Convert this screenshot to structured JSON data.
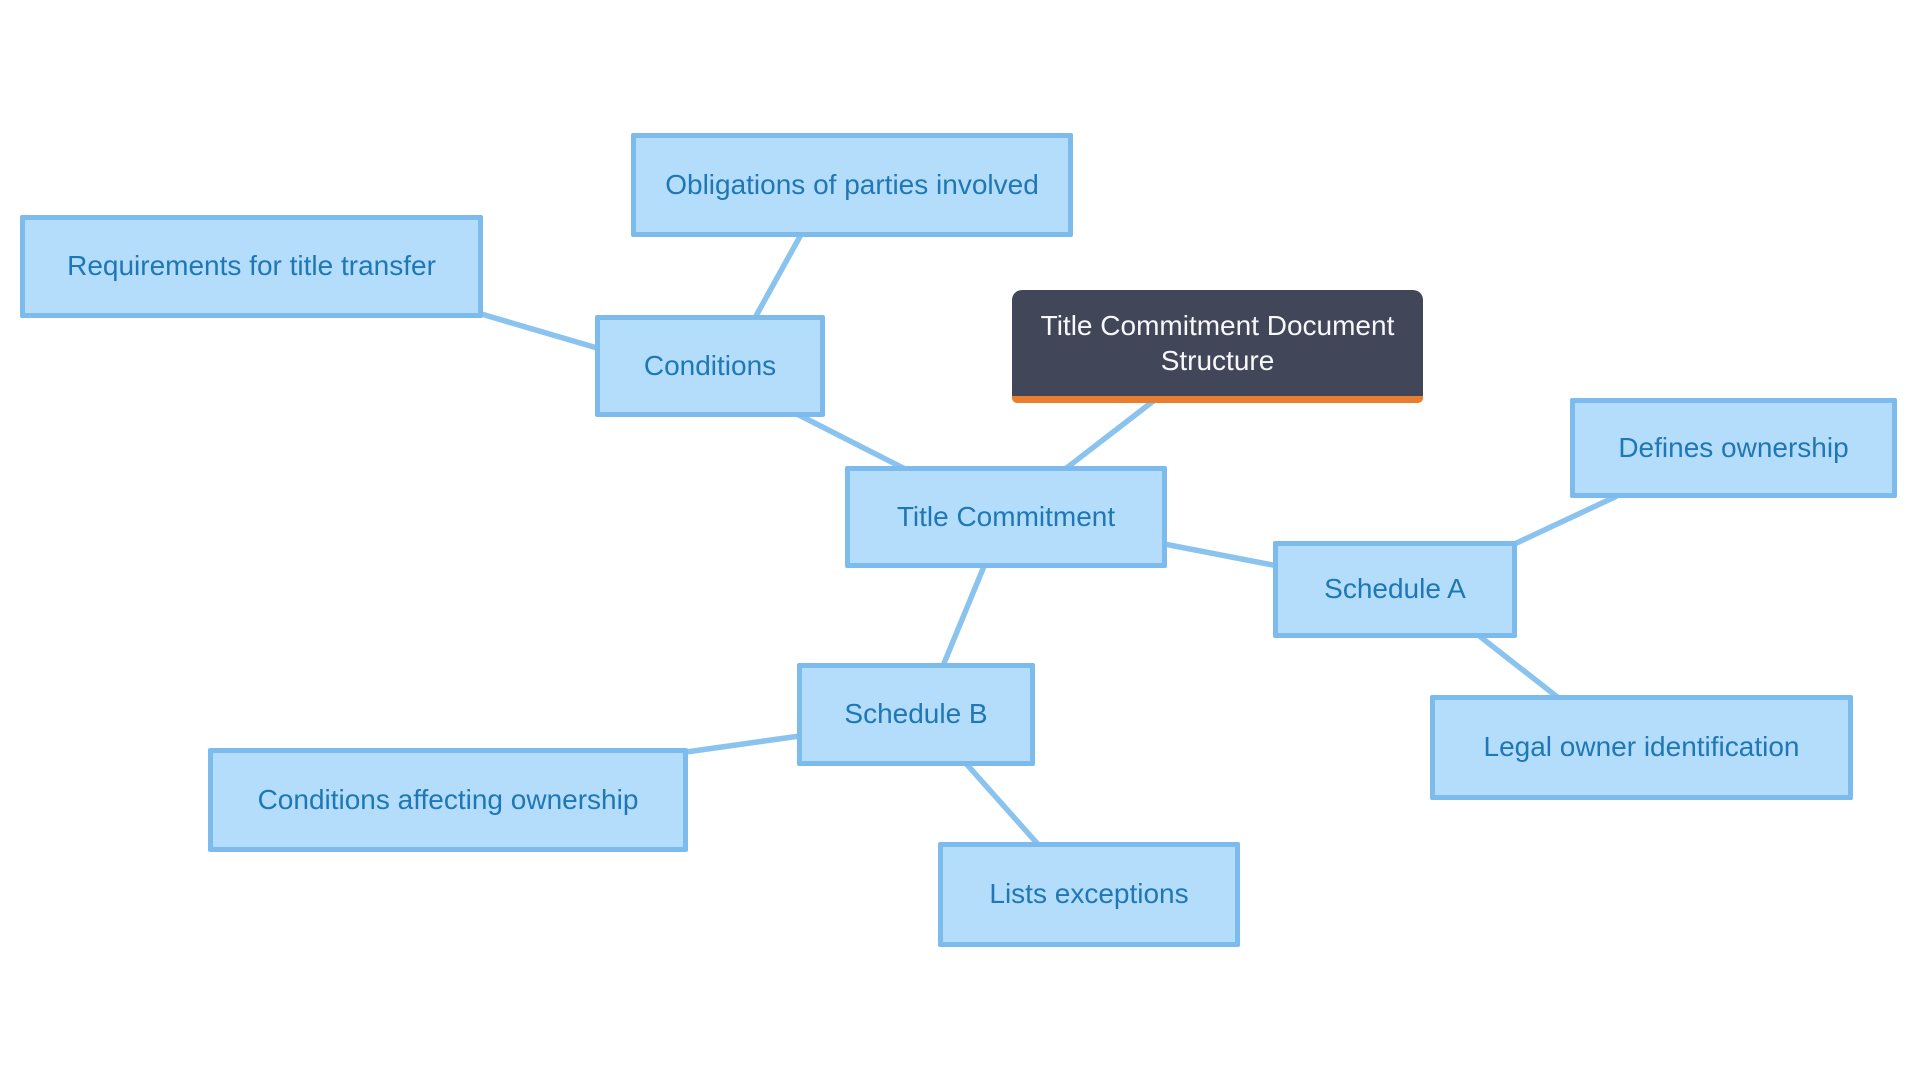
{
  "diagram": {
    "type": "mindmap",
    "root": {
      "label": "Title Commitment Document Structure"
    },
    "nodes": {
      "title_commitment": {
        "label": "Title Commitment"
      },
      "conditions": {
        "label": "Conditions"
      },
      "obligations": {
        "label": "Obligations of parties involved"
      },
      "requirements": {
        "label": "Requirements for title transfer"
      },
      "schedule_a": {
        "label": "Schedule A"
      },
      "defines_ownership": {
        "label": "Defines ownership"
      },
      "legal_owner": {
        "label": "Legal owner identification"
      },
      "schedule_b": {
        "label": "Schedule B"
      },
      "conditions_ownership": {
        "label": "Conditions affecting ownership"
      },
      "lists_exceptions": {
        "label": "Lists exceptions"
      }
    },
    "edges": [
      [
        "root",
        "title_commitment"
      ],
      [
        "title_commitment",
        "conditions"
      ],
      [
        "conditions",
        "obligations"
      ],
      [
        "conditions",
        "requirements"
      ],
      [
        "title_commitment",
        "schedule_a"
      ],
      [
        "schedule_a",
        "defines_ownership"
      ],
      [
        "schedule_a",
        "legal_owner"
      ],
      [
        "title_commitment",
        "schedule_b"
      ],
      [
        "schedule_b",
        "conditions_ownership"
      ],
      [
        "schedule_b",
        "lists_exceptions"
      ]
    ],
    "colors": {
      "background": "#ffffff",
      "node_fill": "#b4ddfb",
      "node_border": "#7dbbec",
      "node_text": "#1f77b5",
      "connector": "#8bc3ef",
      "root_fill": "#424659",
      "root_text": "#f7f8fa",
      "root_accent": "#e87e2e"
    }
  }
}
